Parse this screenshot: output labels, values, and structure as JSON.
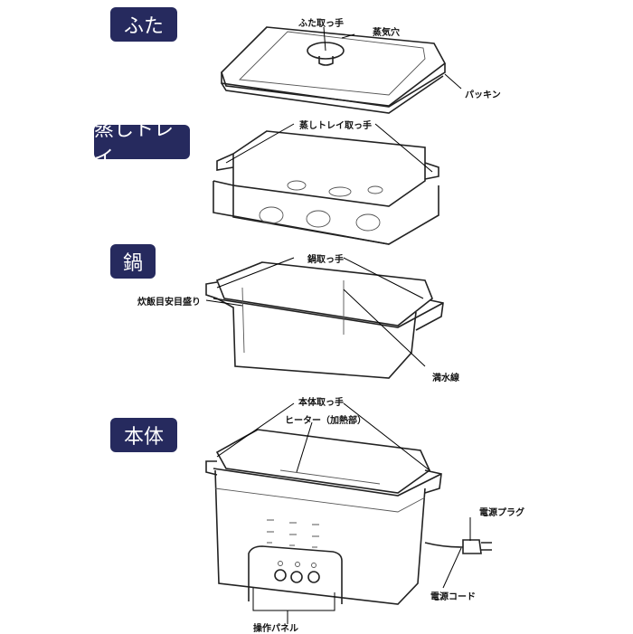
{
  "sections": {
    "lid": "ふた",
    "steam_tray": "蒸しトレイ",
    "pot": "鍋",
    "body": "本体"
  },
  "callouts": {
    "lid_handle": "ふた取っ手",
    "steam_vent": "蒸気穴",
    "gasket": "パッキン",
    "tray_handle": "蒸しトレイ取っ手",
    "pot_handle": "鍋取っ手",
    "rice_scale": "炊飯目安目盛り",
    "max_water_line": "満水線",
    "body_handle": "本体取っ手",
    "heater": "ヒーター（加熱部）",
    "power_plug": "電源プラグ",
    "power_cord": "電源コード",
    "control_panel": "操作パネル"
  },
  "colors": {
    "badge": "#262a5e"
  }
}
